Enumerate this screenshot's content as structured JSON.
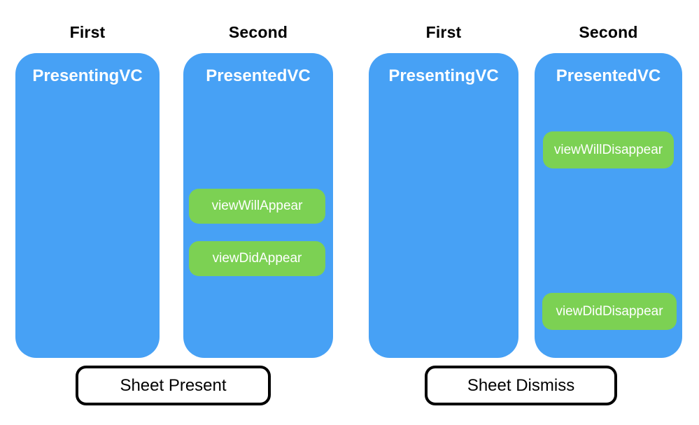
{
  "colors": {
    "vc_box_blue": "#47a1f5",
    "badge_green": "#7cd153",
    "button_background": "#ffffff",
    "button_border": "#000000",
    "header_text": "#000000",
    "box_title_text": "#ffffff",
    "badge_text": "#ffffff"
  },
  "groups": [
    {
      "button_label": "Sheet Present",
      "columns": [
        {
          "header": "First",
          "title": "PresentingVC",
          "badges": []
        },
        {
          "header": "Second",
          "title": "PresentedVC",
          "badges": [
            "viewWillAppear",
            "viewDidAppear"
          ]
        }
      ]
    },
    {
      "button_label": "Sheet Dismiss",
      "columns": [
        {
          "header": "First",
          "title": "PresentingVC",
          "badges": []
        },
        {
          "header": "Second",
          "title": "PresentedVC",
          "badges": [
            "viewWillDisappear",
            "viewDidDisappear"
          ]
        }
      ]
    }
  ]
}
